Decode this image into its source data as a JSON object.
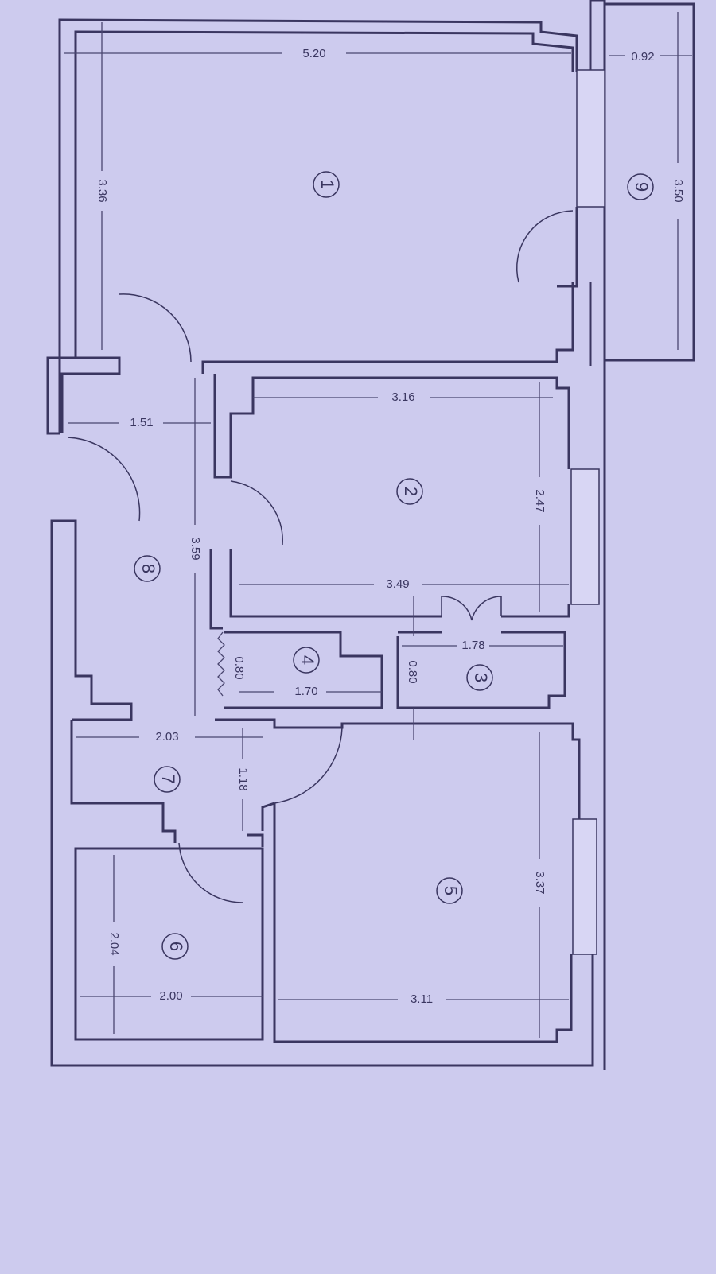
{
  "plan": {
    "rooms": [
      {
        "id": "1",
        "label": "1"
      },
      {
        "id": "2",
        "label": "2"
      },
      {
        "id": "3",
        "label": "3"
      },
      {
        "id": "4",
        "label": "4"
      },
      {
        "id": "5",
        "label": "5"
      },
      {
        "id": "6",
        "label": "6"
      },
      {
        "id": "7",
        "label": "7"
      },
      {
        "id": "8",
        "label": "8"
      },
      {
        "id": "9",
        "label": "9"
      }
    ],
    "dimensions": {
      "room1_width": "5.20",
      "room1_depth": "3.36",
      "balcony_width": "0.92",
      "balcony_length": "3.50",
      "room2_top": "3.16",
      "room2_depth": "2.47",
      "room2_bottom": "3.49",
      "hall_width": "1.51",
      "hall_length": "3.59",
      "room3_width": "1.78",
      "room3_depth": "0.80",
      "room4_depth": "0.80",
      "room4_width": "1.70",
      "room7_width": "2.03",
      "room7_depth": "1.18",
      "room5_depth": "3.37",
      "room5_width": "3.11",
      "room6_depth": "2.04",
      "room6_width": "2.00"
    }
  }
}
